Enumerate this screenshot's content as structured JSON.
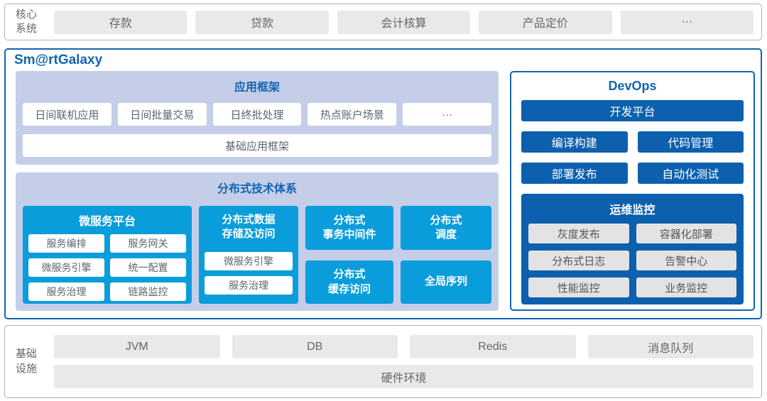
{
  "colors": {
    "accent_blue": "#1065b2",
    "bright_blue": "#099ddb",
    "dark_blue": "#0c60ae",
    "lavender_section": "#c5cee9",
    "gray_chip": "#e9e9e9"
  },
  "core_systems": {
    "label": "核心\n系统",
    "items": [
      "存款",
      "贷款",
      "会计核算",
      "产品定价",
      "···"
    ]
  },
  "platform": {
    "title": "Sm@rtGalaxy",
    "app_framework": {
      "title": "应用框架",
      "items": [
        "日间联机应用",
        "日间批量交易",
        "日终批处理",
        "热点账户场景",
        "···"
      ],
      "base_item": "基础应用框架"
    },
    "distributed": {
      "title": "分布式技术体系",
      "microservice_platform": {
        "title": "微服务平台",
        "items": [
          "服务编排",
          "服务网关",
          "微服务引擎",
          "统一配置",
          "服务治理",
          "链路监控"
        ]
      },
      "data_storage": {
        "title": "分布式数据\n存储及访问",
        "items": [
          "微服务引擎",
          "服务治理"
        ]
      },
      "transaction_middleware": "分布式\n事务中间件",
      "scheduler": "分布式\n调度",
      "cache_access": "分布式\n缓存访问",
      "global_sequence": "全局序列"
    },
    "devops": {
      "title": "DevOps",
      "dev_platform": "开发平台",
      "tools": [
        "编译构建",
        "代码管理",
        "部署发布",
        "自动化测试"
      ],
      "monitoring": {
        "title": "运维监控",
        "items": [
          "灰度发布",
          "容器化部署",
          "分布式日志",
          "告警中心",
          "性能监控",
          "业务监控"
        ]
      }
    }
  },
  "infrastructure": {
    "label": "基础\n设施",
    "items": [
      "JVM",
      "DB",
      "Redis",
      "消息队列"
    ],
    "base_item": "硬件环境"
  }
}
